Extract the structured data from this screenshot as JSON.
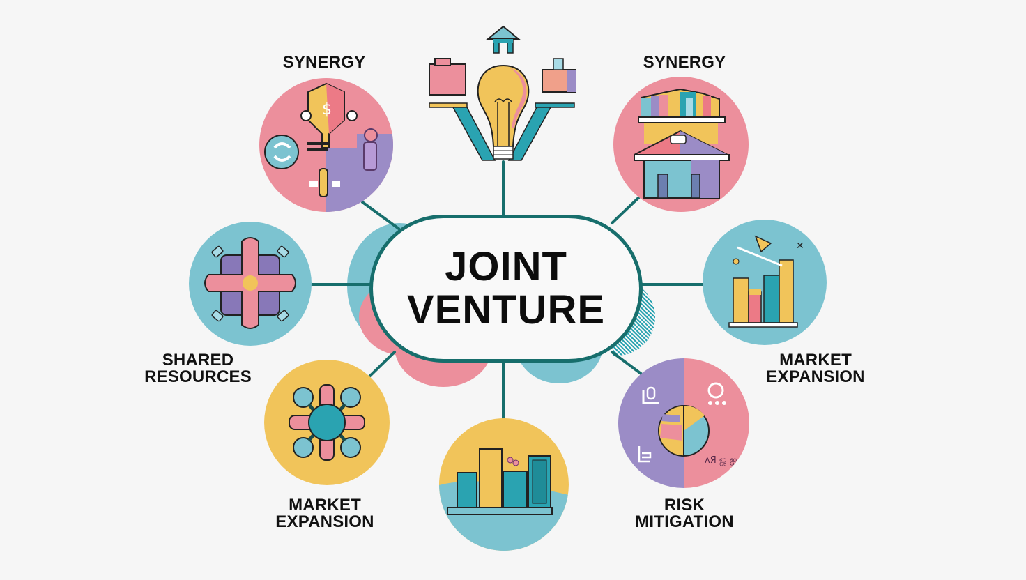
{
  "center": {
    "line1": "JOINT",
    "line2": "VENTURE"
  },
  "nodes": [
    {
      "id": "synergy-left",
      "label_lines": [
        "SYNERGY"
      ],
      "icon": "handshake-money-icon",
      "color": "#ec8f9c"
    },
    {
      "id": "idea-top",
      "label_lines": [],
      "icon": "lightbulb-icon",
      "color": "#f1c45a"
    },
    {
      "id": "synergy-right",
      "label_lines": [
        "SYNERGY"
      ],
      "icon": "building-icon",
      "color": "#ec8f9c"
    },
    {
      "id": "shared-resources",
      "label_lines": [
        "SHARED",
        "RESOURCES"
      ],
      "icon": "cross-puzzle-icon",
      "color": "#7cc3d0"
    },
    {
      "id": "market-expansion-right",
      "label_lines": [
        "MARKET",
        "EXPANSION"
      ],
      "icon": "bar-chart-growth-icon",
      "color": "#7cc3d0"
    },
    {
      "id": "market-expansion-left",
      "label_lines": [
        "MARKET",
        "EXPANSION"
      ],
      "icon": "network-hub-icon",
      "color": "#f1c45a"
    },
    {
      "id": "growth-bottom",
      "label_lines": [],
      "icon": "buildings-skyline-icon",
      "color": "#f1c45a"
    },
    {
      "id": "risk-mitigation",
      "label_lines": [
        "RISK",
        "MITIGATION"
      ],
      "icon": "pie-chart-shield-icon",
      "color": "#ec8f9c"
    }
  ],
  "colors": {
    "background": "#f6f6f6",
    "connector": "#176e6c",
    "pink": "#ec8f9c",
    "teal": "#7cc3d0",
    "yellow": "#f1c45a",
    "purple": "#9b8cc6",
    "text": "#111111"
  }
}
